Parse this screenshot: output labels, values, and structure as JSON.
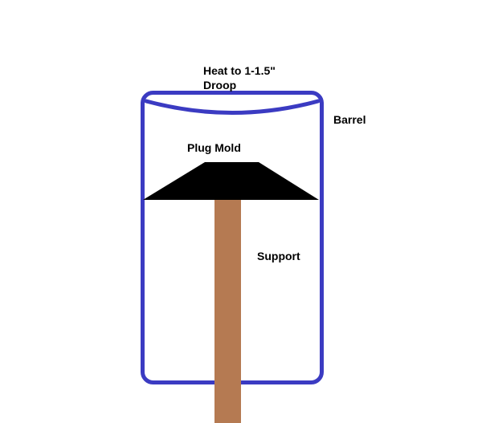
{
  "diagram": {
    "labels": {
      "heat_line1": "Heat to 1-1.5\"",
      "heat_line2": "Droop",
      "barrel": "Barrel",
      "plug_mold": "Plug Mold",
      "support": "Support"
    },
    "colors": {
      "background": "#ffffff",
      "barrel_outline": "#3b3bc2",
      "plug_mold_fill": "#000000",
      "support_fill": "#b57a52",
      "text": "#000000"
    }
  }
}
